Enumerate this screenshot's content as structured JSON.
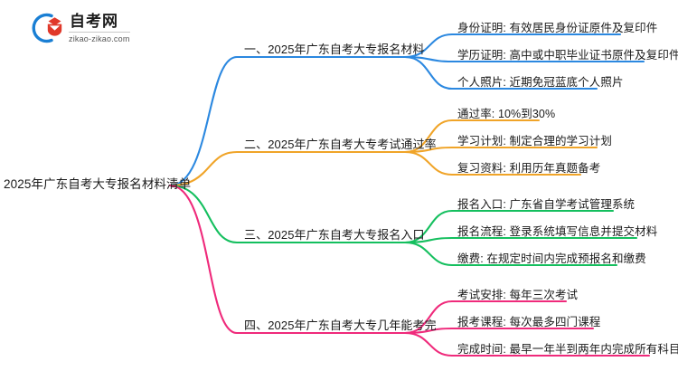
{
  "logo": {
    "name_cn": "自考网",
    "url": "zikao-zikao.com",
    "arc_color": "#1a7fd4",
    "cap_color": "#e0382a"
  },
  "mindmap": {
    "root": {
      "label": "2025年广东自考大专报名材料清单"
    },
    "branches": [
      {
        "color": "#2b88e0",
        "label": "一、2025年广东自考大专报名材料",
        "children": [
          {
            "label": "身份证明: 有效居民身份证原件及复印件"
          },
          {
            "label": "学历证明: 高中或中职毕业证书原件及复印件"
          },
          {
            "label": "个人照片: 近期免冠蓝底个人照片"
          }
        ]
      },
      {
        "color": "#f0a428",
        "label": "二、2025年广东自考大专考试通过率",
        "children": [
          {
            "label": "通过率: 10%到30%"
          },
          {
            "label": "学习计划: 制定合理的学习计划"
          },
          {
            "label": "复习资料: 利用历年真题备考"
          }
        ]
      },
      {
        "color": "#14bf5e",
        "label": "三、2025年广东自考大专报名入口",
        "children": [
          {
            "label": "报名入口: 广东省自学考试管理系统"
          },
          {
            "label": "报名流程: 登录系统填写信息并提交材料"
          },
          {
            "label": "缴费: 在规定时间内完成预报名和缴费"
          }
        ]
      },
      {
        "color": "#ef2a7b",
        "label": "四、2025年广东自考大专几年能考完",
        "children": [
          {
            "label": "考试安排: 每年三次考试"
          },
          {
            "label": "报考课程: 每次最多四门课程"
          },
          {
            "label": "完成时间: 最早一年半到两年内完成所有科目"
          }
        ]
      }
    ]
  }
}
